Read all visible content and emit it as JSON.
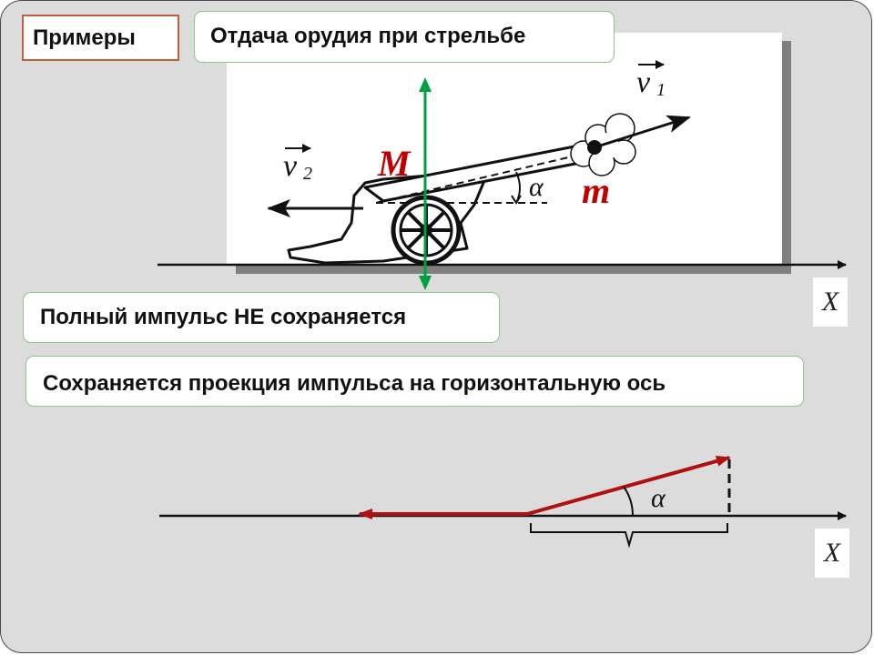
{
  "slide": {
    "examples_label": "Примеры",
    "title": "Отдача орудия при стрельбе",
    "momentum_not_conserved": "Полный импульс НЕ сохраняется",
    "projection_conserved": "Сохраняется проекция импульса на горизонтальную ось"
  },
  "figure": {
    "cannon_mass_label": "M",
    "projectile_mass_label": "m",
    "projectile_velocity_label": "v",
    "projectile_velocity_subscript": "1",
    "recoil_velocity_label": "v",
    "recoil_velocity_subscript": "2",
    "angle_label": "α",
    "axis_label": "X"
  },
  "vector_diagram": {
    "angle_label": "α",
    "axis_label": "X"
  },
  "colors": {
    "label_red": "#c00000",
    "vertical_line_green": "#00a040",
    "vector_dark_red": "#b01010",
    "box_border_green": "#8cc68c",
    "box_border_orange": "#c0603a"
  }
}
